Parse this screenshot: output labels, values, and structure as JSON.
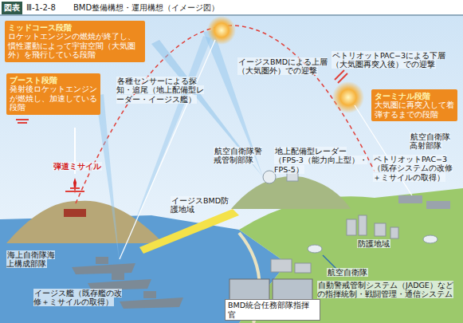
{
  "diagram": {
    "title": "BMD整備構想・運用構想（イメージ図）",
    "nodes": [
      {
        "text": [
          "図表"
        ]
      },
      {
        "text": [
          "ミッドコース段階",
          "ロケットエンジンの燃焼が終了し、慣性運動によって宇宙空間（大気圏外）を飛行している段階"
        ]
      },
      {
        "text": [
          "ブースト段階",
          "発射後ロケットエンジンが燃焼し、加速している段階"
        ]
      },
      {
        "text": [
          "ターミナル段階",
          "大気圏に再突入して着弾するまでの段階"
        ]
      }
    ],
    "labels": [
      "Ⅲ-1-2-8",
      "イージスBMDによる上層（大気圏外）での迎撃",
      "ペトリオットPAC−3による下層（大気圏再突入後）での迎撃",
      "各種センサーによる探知・追尾（地上配備型レーダー・イージス艦）",
      "弾道ミサイル",
      "航空自衛隊警戒管制部隊",
      "地上配備型レーダー（FPS-3（能力向上型）・FPS-5）",
      "航空自衛隊高射部隊",
      "ペトリオットPAC−3（既存システムの改修＋ミサイルの取得）",
      "イージスBMD防護地域",
      "防護地域",
      "海上自衛隊海上構成部隊",
      "イージス艦（既存艦の改修＋ミサイルの取得）",
      "航空自衛隊",
      "自動警戒管制システム（JADGE）などの指揮統制・戦闘管理・通信システム",
      "BMD統合任務部隊指揮官"
    ]
  }
}
